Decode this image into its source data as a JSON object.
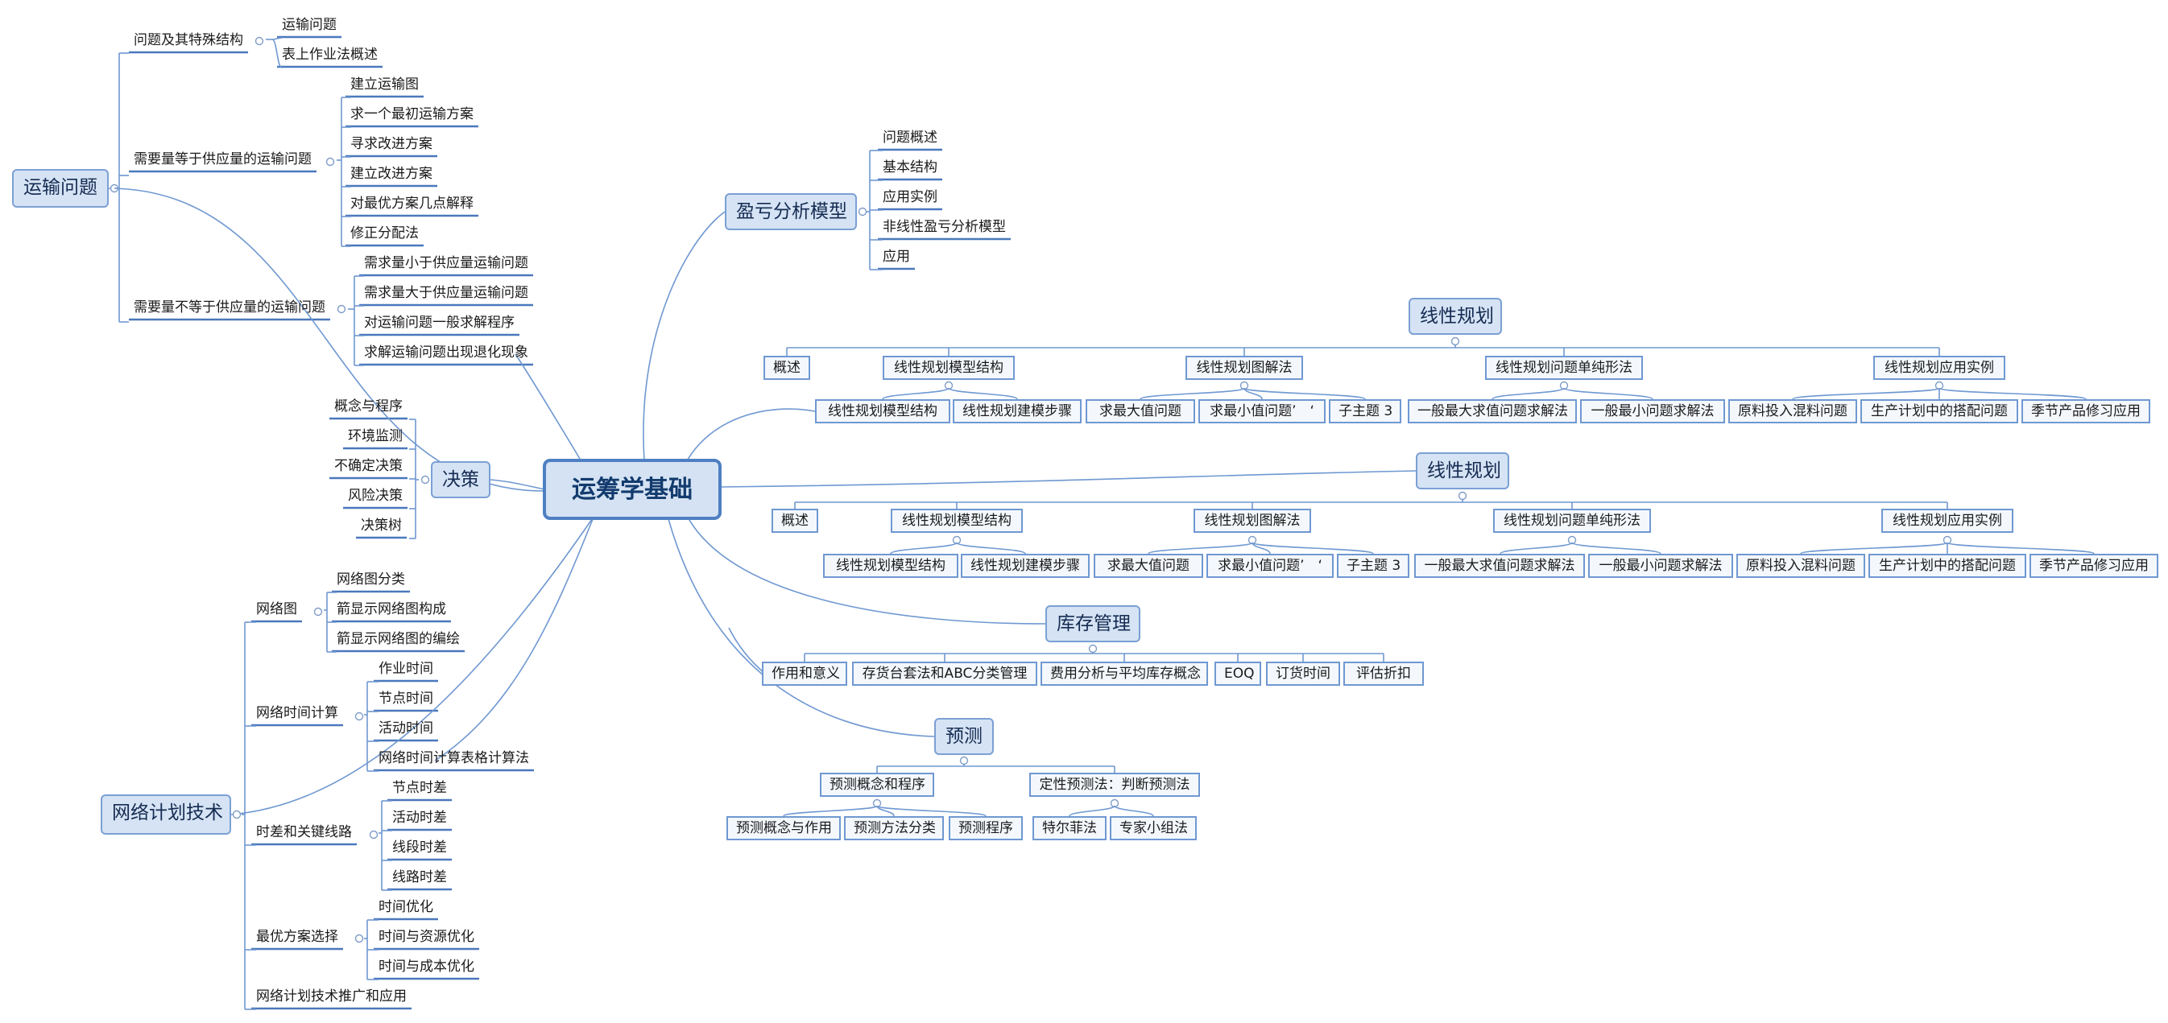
{
  "root": "运筹学基础",
  "transport": {
    "title": "运输问题",
    "g1": {
      "title": "问题及其特殊结构",
      "items": [
        "运输问题",
        "表上作业法概述"
      ]
    },
    "g2": {
      "title": "需要量等于供应量的运输问题",
      "items": [
        "建立运输图",
        "求一个最初运输方案",
        "寻求改进方案",
        "建立改进方案",
        "对最优方案几点解释",
        "修正分配法"
      ]
    },
    "g3": {
      "title": "需要量不等于供应量的运输问题",
      "items": [
        "需求量小于供应量运输问题",
        "需求量大于供应量运输问题",
        "对运输问题一般求解程序",
        "求解运输问题出现退化现象"
      ]
    }
  },
  "decision": {
    "title": "决策",
    "items": [
      "概念与程序",
      "环境监测",
      "不确定决策",
      "风险决策",
      "决策树"
    ]
  },
  "network": {
    "title": "网络计划技术",
    "g1": {
      "title": "网络图",
      "items": [
        "网络图分类",
        "箭显示网络图构成",
        "箭显示网络图的编绘"
      ]
    },
    "g2": {
      "title": "网络时间计算",
      "items": [
        "作业时间",
        "节点时间",
        "活动时间",
        "网络时间计算表格计算法"
      ]
    },
    "g3": {
      "title": "时差和关键线路",
      "items": [
        "节点时差",
        "活动时差",
        "线段时差",
        "线路时差"
      ]
    },
    "g4": {
      "title": "最优方案选择",
      "items": [
        "时间优化",
        "时间与资源优化",
        "时间与成本优化"
      ]
    },
    "g5": {
      "title": "网络计划技术推广和应用"
    }
  },
  "breakeven": {
    "title": "盈亏分析模型",
    "items": [
      "问题概述",
      "基本结构",
      "应用实例",
      "非线性盈亏分析模型",
      "应用"
    ]
  },
  "lp1": {
    "title": "线性规划",
    "overview": "概述",
    "groups": [
      {
        "title": "线性规划模型结构",
        "items": [
          "线性规划模型结构",
          "线性规划建模步骤"
        ]
      },
      {
        "title": "线性规划图解法",
        "items": [
          "求最大值问题",
          "求最小值问题’　‘",
          "子主题 3"
        ]
      },
      {
        "title": "线性规划问题单纯形法",
        "items": [
          "一般最大求值问题求解法",
          "一般最小问题求解法"
        ]
      },
      {
        "title": "线性规划应用实例",
        "items": [
          "原料投入混料问题",
          "生产计划中的搭配问题",
          "季节产品修习应用"
        ]
      }
    ]
  },
  "lp2": {
    "title": "线性规划",
    "overview": "概述",
    "groups": [
      {
        "title": "线性规划模型结构",
        "items": [
          "线性规划模型结构",
          "线性规划建模步骤"
        ]
      },
      {
        "title": "线性规划图解法",
        "items": [
          "求最大值问题",
          "求最小值问题’　‘",
          "子主题 3"
        ]
      },
      {
        "title": "线性规划问题单纯形法",
        "items": [
          "一般最大求值问题求解法",
          "一般最小问题求解法"
        ]
      },
      {
        "title": "线性规划应用实例",
        "items": [
          "原料投入混料问题",
          "生产计划中的搭配问题",
          "季节产品修习应用"
        ]
      }
    ]
  },
  "inventory": {
    "title": "库存管理",
    "items": [
      "作用和意义",
      "存货台套法和ABC分类管理",
      "费用分析与平均库存概念",
      "EOQ",
      "订货时间",
      "评估折扣"
    ]
  },
  "forecast": {
    "title": "预测",
    "g1": {
      "title": "预测概念和程序",
      "items": [
        "预测概念与作用",
        "预测方法分类",
        "预测程序"
      ]
    },
    "g2": {
      "title": "定性预测法：判断预测法",
      "items": [
        "特尔菲法",
        "专家小组法"
      ]
    }
  }
}
